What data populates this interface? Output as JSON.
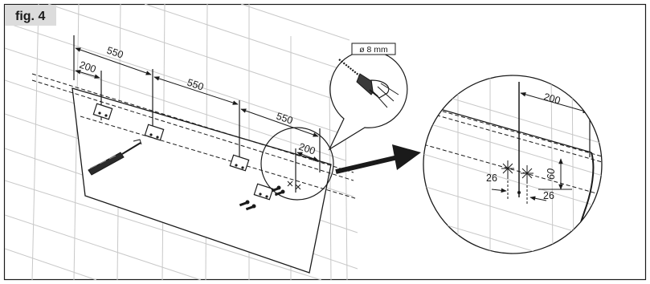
{
  "figure": {
    "label": "fig. 4",
    "drill_label": "ø 8 mm"
  },
  "dimensions": {
    "spacing_1": "550",
    "spacing_2": "550",
    "spacing_3": "550",
    "offset_left": "200",
    "offset_right": "200",
    "detail_offset": "200",
    "detail_height": "60",
    "detail_hole_left": "26",
    "detail_hole_right": "26"
  },
  "colors": {
    "ink": "#1a1a1a",
    "grid": "#c8c8c8",
    "label_bg": "#dcdcdc"
  }
}
